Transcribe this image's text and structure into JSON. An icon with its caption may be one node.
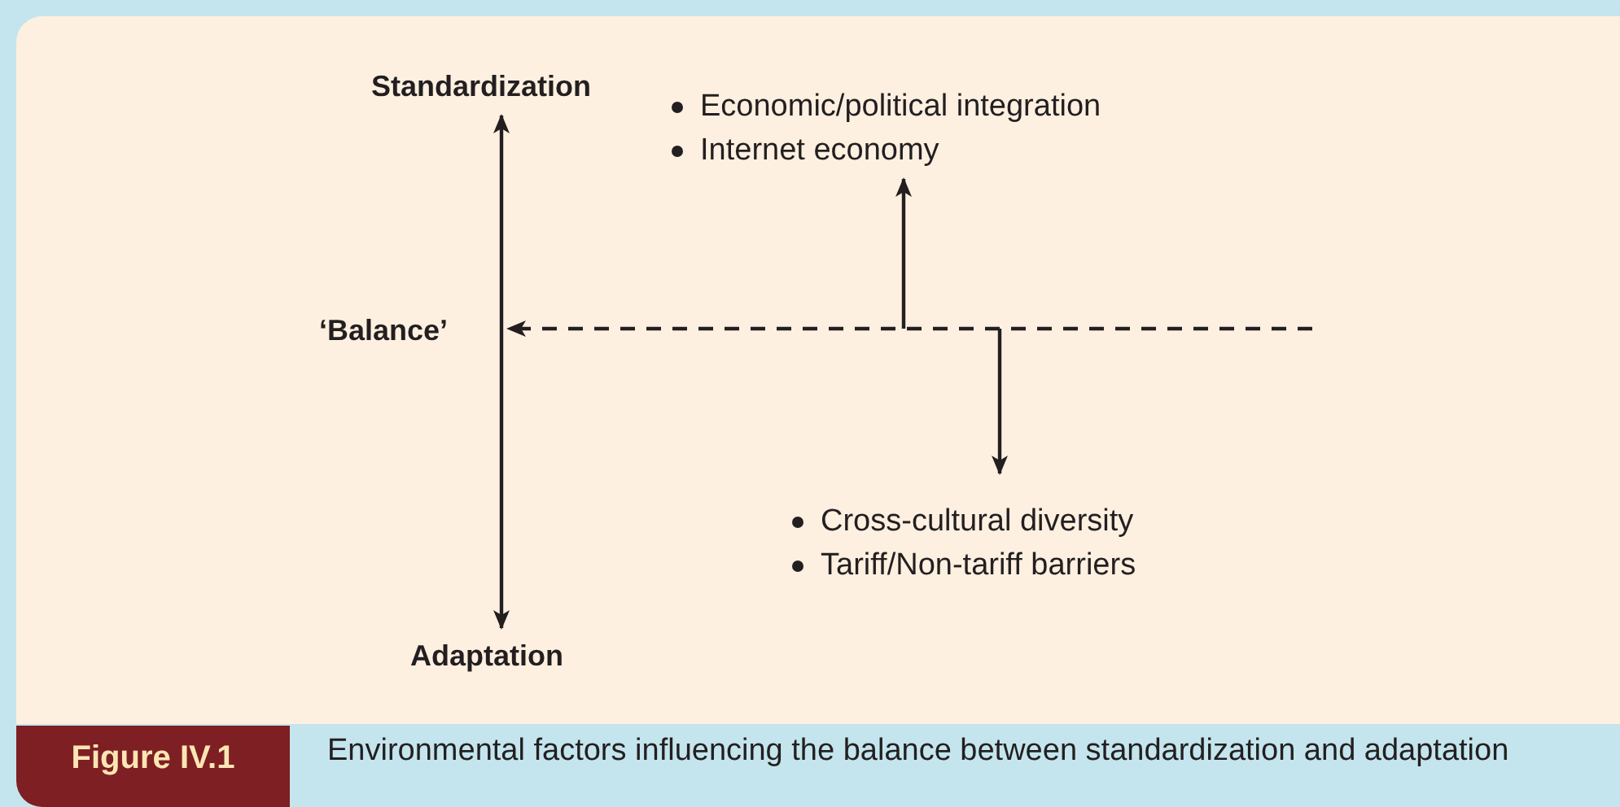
{
  "diagram": {
    "caption": "Environmental factors influencing the balance between standardization and adaptation",
    "nodes": [
      {
        "text": [
          "Standardization"
        ]
      },
      {
        "text": [
          "‘Balance’"
        ]
      },
      {
        "text": [
          "Adaptation"
        ]
      },
      {
        "text": [
          "Economic/political integration",
          "Internet economy"
        ]
      },
      {
        "text": [
          "Cross-cultural diversity",
          "Tariff/Non-tariff barriers"
        ]
      }
    ],
    "edges": [
      {
        "from": 0,
        "to": 2,
        "arrow": "both"
      },
      {
        "from": null,
        "to": 1,
        "arrow": "to",
        "style": "dashed"
      },
      {
        "from": null,
        "to": 3,
        "arrow": "to"
      },
      {
        "from": null,
        "to": 4,
        "arrow": "to"
      }
    ],
    "labels": [
      "Figure IV.1"
    ]
  }
}
